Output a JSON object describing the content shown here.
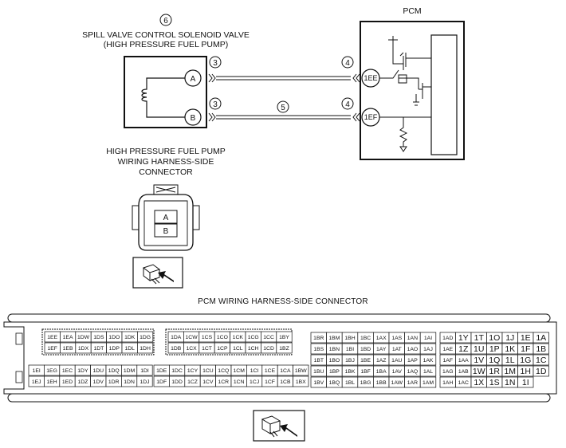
{
  "pcm_label": "PCM",
  "callouts": {
    "c3a": "3",
    "c3b": "3",
    "c4a": "4",
    "c4b": "4",
    "c5": "5",
    "c6": "6"
  },
  "device_title_1": "SPILL VALVE CONTROL SOLENOID VALVE",
  "device_title_2": "(HIGH PRESSURE FUEL PUMP)",
  "terminals": {
    "a": "A",
    "b": "B"
  },
  "pcm_terminals": {
    "ee": "1EE",
    "ef": "1EF"
  },
  "hp_connector_title": [
    "HIGH PRESSURE FUEL PUMP",
    "WIRING HARNESS-SIDE",
    "CONNECTOR"
  ],
  "hp_connector_pins": [
    "A",
    "B"
  ],
  "pcm_connector_title": "PCM WIRING HARNESS-SIDE CONNECTOR",
  "pcm_blocks": [
    {
      "rows": [
        [
          "1EE",
          "1EA",
          "1DW",
          "1DS",
          "1DO",
          "1DK",
          "1DG"
        ],
        [
          "1EF",
          "1EB",
          "1DX",
          "1DT",
          "1DP",
          "1DL",
          "1DH"
        ],
        [
          "1EI",
          "1EG",
          "1EC",
          "1DY",
          "1DU",
          "1DQ",
          "1DM",
          "1DI"
        ],
        [
          "1EJ",
          "1EH",
          "1ED",
          "1DZ",
          "1DV",
          "1DR",
          "1DN",
          "1DJ"
        ]
      ]
    },
    {
      "rows": [
        [
          "1DA",
          "1CW",
          "1CS",
          "1CO",
          "1CK",
          "1CG",
          "1CC",
          "1BY"
        ],
        [
          "1DB",
          "1CX",
          "1CT",
          "1CP",
          "1CL",
          "1CH",
          "1CD",
          "1BZ"
        ],
        [
          "1DE",
          "1DC",
          "1CY",
          "1CU",
          "1CQ",
          "1CM",
          "1CI",
          "1CE",
          "1CA",
          "1BW"
        ],
        [
          "1DF",
          "1DD",
          "1CZ",
          "1CV",
          "1CR",
          "1CN",
          "1CJ",
          "1CF",
          "1CB",
          "1BX"
        ]
      ]
    },
    {
      "rows": [
        [
          "1BR",
          "1BM",
          "1BH",
          "1BC",
          "1AX",
          "1AS",
          "1AN",
          "1AI"
        ],
        [
          "1BS",
          "1BN",
          "1BI",
          "1BD",
          "1AY",
          "1AT",
          "1AO",
          "1AJ"
        ],
        [
          "1BT",
          "1BO",
          "1BJ",
          "1BE",
          "1AZ",
          "1AU",
          "1AP",
          "1AK"
        ],
        [
          "1BU",
          "1BP",
          "1BK",
          "1BF",
          "1BA",
          "1AV",
          "1AQ",
          "1AL"
        ],
        [
          "1BV",
          "1BQ",
          "1BL",
          "1BG",
          "1BB",
          "1AW",
          "1AR",
          "1AM"
        ]
      ]
    },
    {
      "rows": [
        [
          "1AD",
          "1Y",
          "1T",
          "1O",
          "1J",
          "1E",
          "1A"
        ],
        [
          "1AE",
          "1Z",
          "1U",
          "1P",
          "1K",
          "1F",
          "1B"
        ],
        [
          "1AF",
          "1AA",
          "1V",
          "1Q",
          "1L",
          "1G",
          "1C"
        ],
        [
          "1AG",
          "1AB",
          "1W",
          "1R",
          "1M",
          "1H",
          "1D"
        ],
        [
          "1AH",
          "1AC",
          "1X",
          "1S",
          "1N",
          "1I"
        ]
      ]
    }
  ]
}
